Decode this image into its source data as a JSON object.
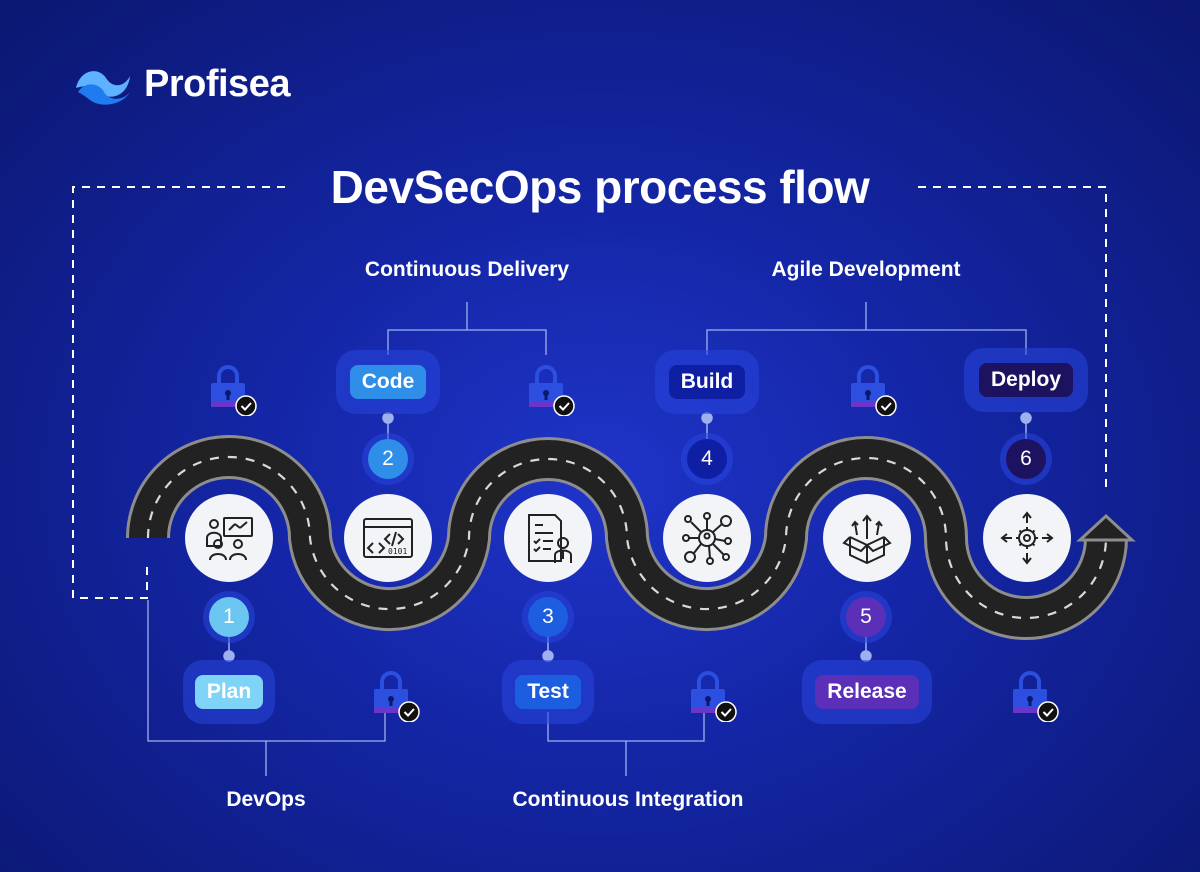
{
  "brand": {
    "name": "Profisea"
  },
  "title": "DevSecOps process flow",
  "groups": {
    "continuous_delivery": "Continuous Delivery",
    "agile_development": "Agile Development",
    "devops": "DevOps",
    "continuous_integration": "Continuous Integration"
  },
  "stages": [
    {
      "number": "1",
      "label": "Plan",
      "icon": "team-planning-icon",
      "color": "#7fd3f7"
    },
    {
      "number": "2",
      "label": "Code",
      "icon": "code-window-icon",
      "color": "#2f8ee8"
    },
    {
      "number": "3",
      "label": "Test",
      "icon": "test-checklist-icon",
      "color": "#1d5de0"
    },
    {
      "number": "4",
      "label": "Build",
      "icon": "network-build-icon",
      "color": "#0e1fa3"
    },
    {
      "number": "5",
      "label": "Release",
      "icon": "release-box-icon",
      "color": "#5b2fb8"
    },
    {
      "number": "6",
      "label": "Deploy",
      "icon": "deploy-gear-icon",
      "color": "#1c1260"
    }
  ],
  "colors": {
    "background": "#1426a6",
    "road": "#222222",
    "lock_body": "#2c4fe0",
    "check_badge": "#111111",
    "disc": "#f3f4f7"
  }
}
